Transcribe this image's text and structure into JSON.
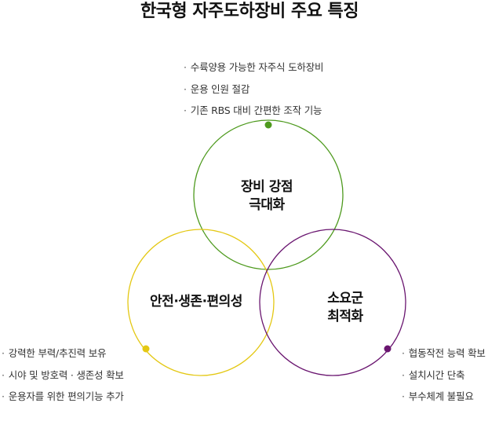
{
  "title": "한국형 자주도하장비 주요 특징",
  "colors": {
    "top": "#4e9a1e",
    "left": "#e4c814",
    "right": "#6a1670"
  },
  "circles": {
    "top": {
      "label_lines": [
        "장비 강점",
        "극대화"
      ],
      "bullets": [
        "수륙양용 가능한 자주식 도하장비",
        "운용 인원 절감",
        "기존 RBS 대비 간편한 조작 기능"
      ]
    },
    "left": {
      "label_lines": [
        "안전·생존·편의성"
      ],
      "bullets": [
        "강력한 부력/추진력 보유",
        "시야 및 방호력 · 생존성 확보",
        "운용자를 위한 편의기능 추가"
      ]
    },
    "right": {
      "label_lines": [
        "소요군",
        "최적화"
      ],
      "bullets": [
        "협동작전 능력 확보",
        "설치시간 단축",
        "부수체계 불필요"
      ]
    }
  }
}
